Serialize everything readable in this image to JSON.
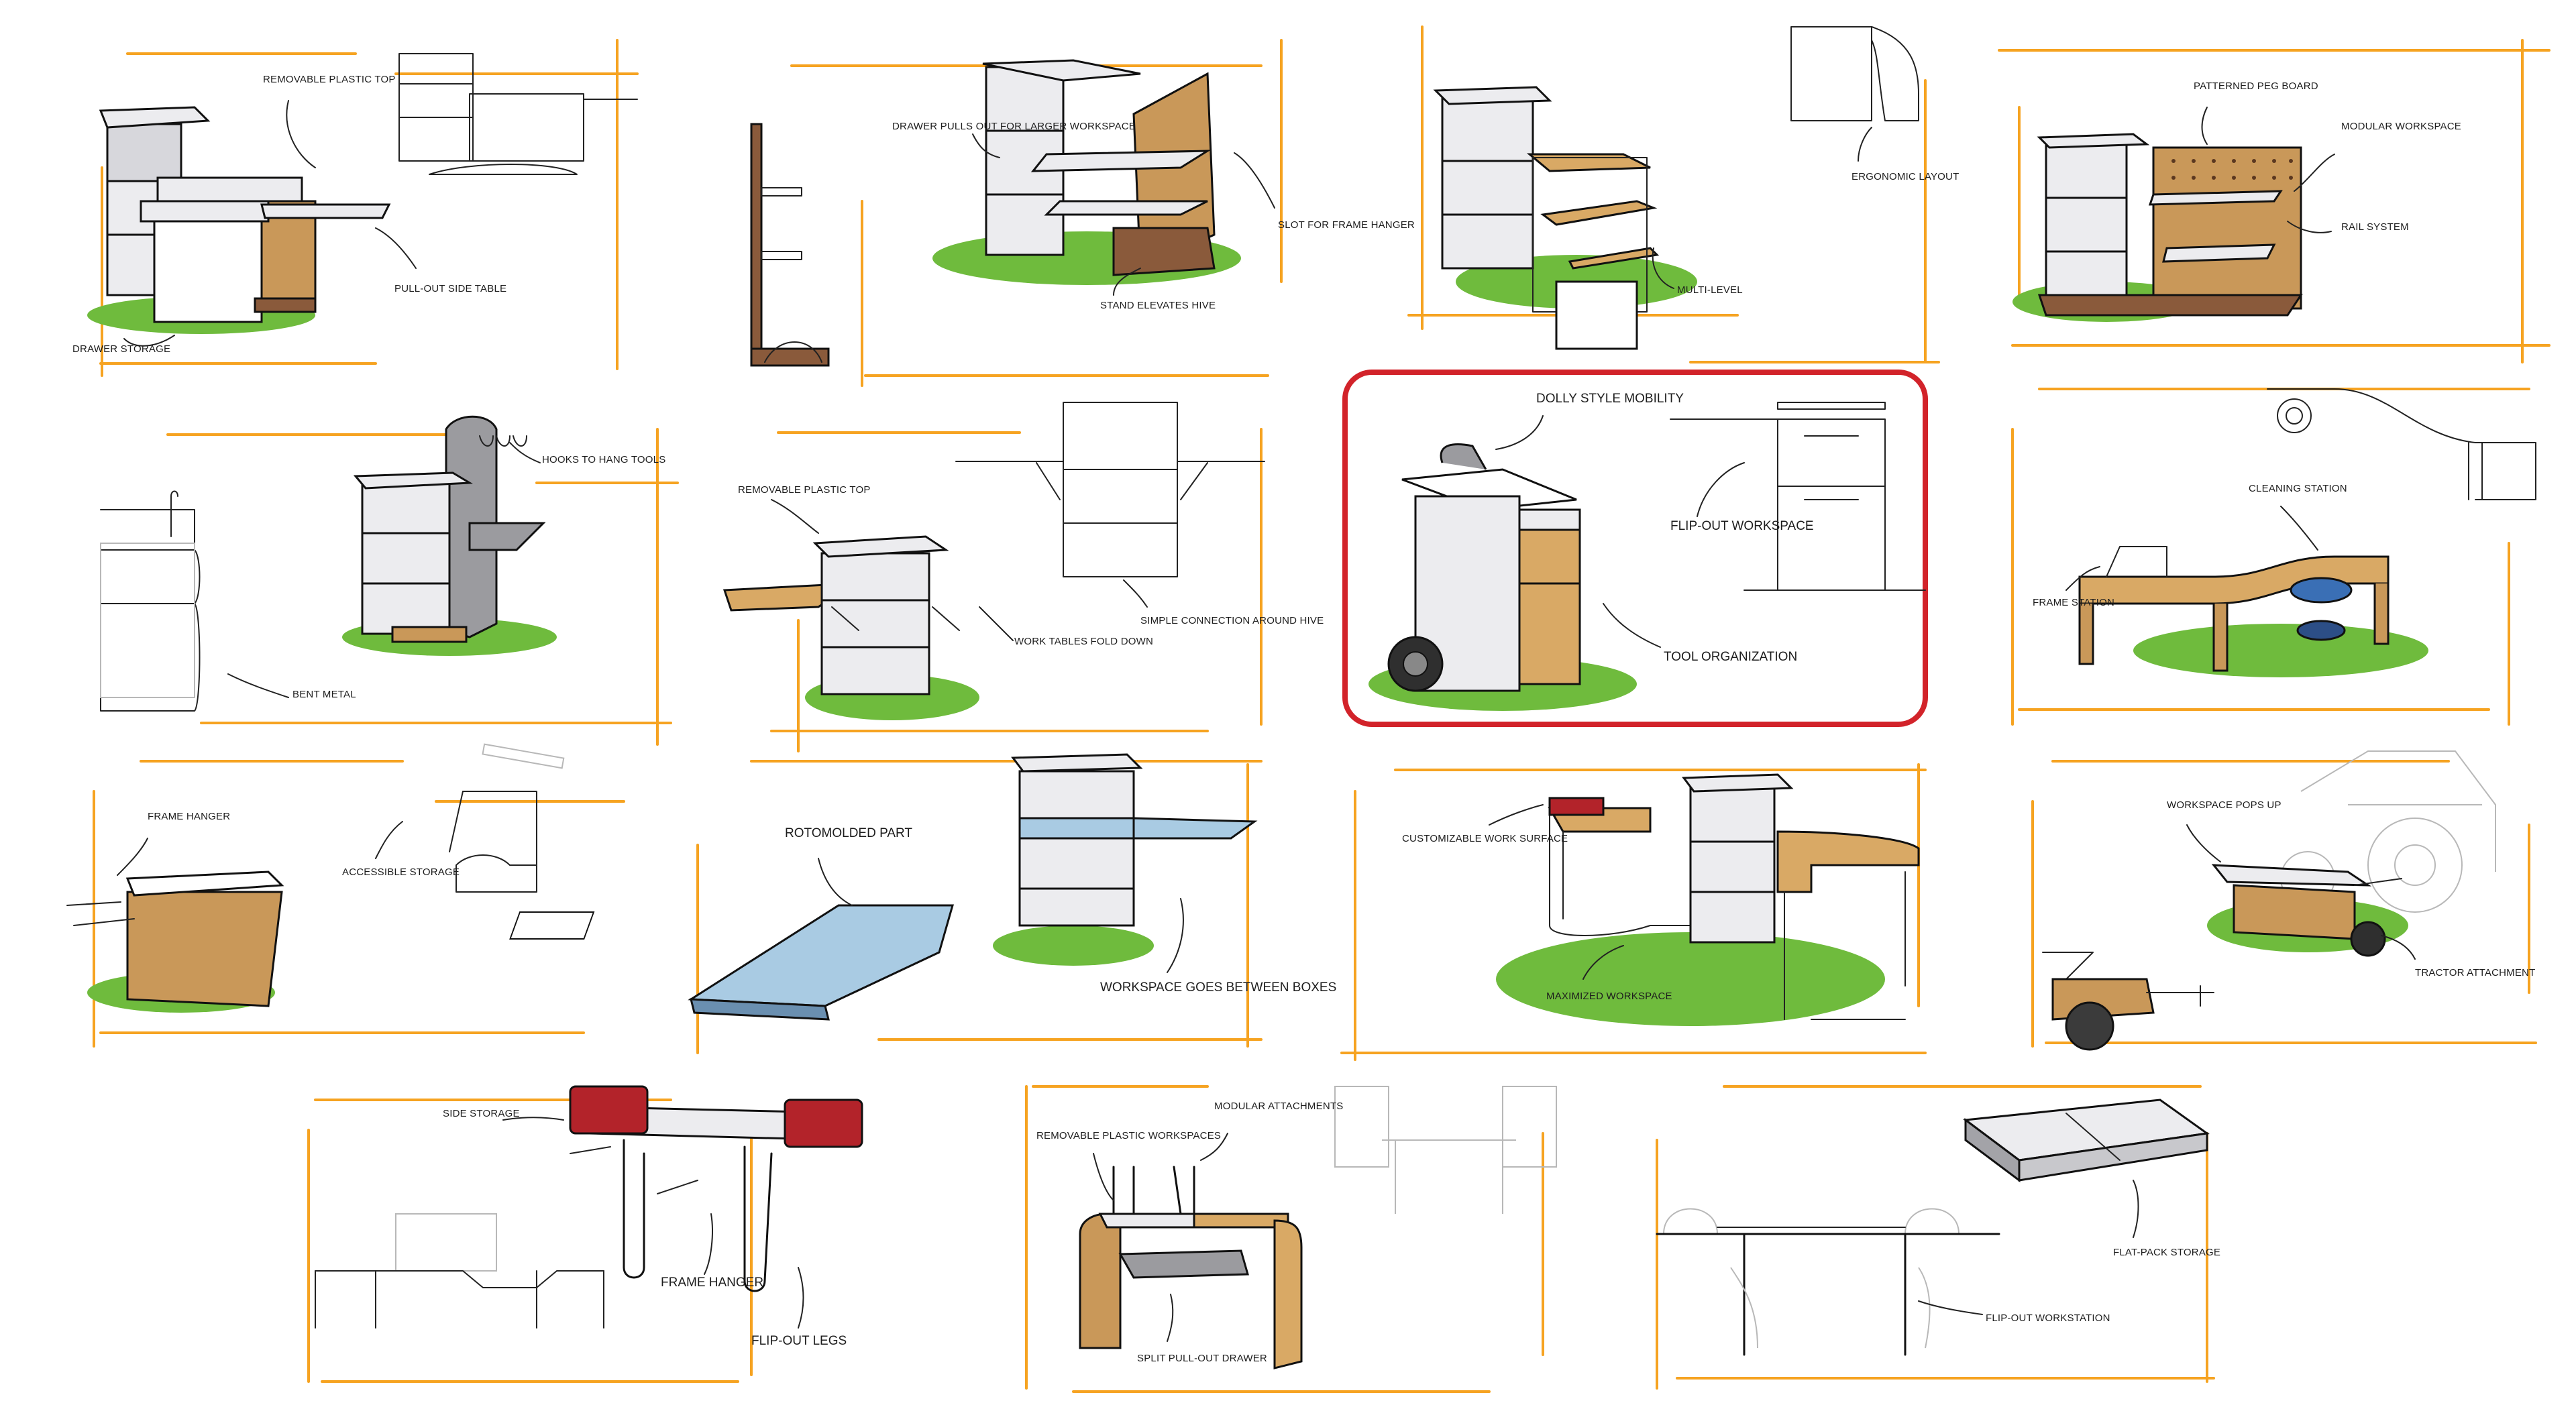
{
  "labels": {
    "removable_plastic_top": "REMOVABLE PLASTIC TOP",
    "pull_out_side_table": "PULL-OUT SIDE TABLE",
    "drawer_storage": "DRAWER STORAGE",
    "drawer_pulls": "DRAWER PULLS OUT FOR LARGER WORKSPACE",
    "slot_frame_hanger": "SLOT FOR FRAME HANGER",
    "stand_elevates": "STAND ELEVATES HIVE",
    "ergonomic_layout": "ERGONOMIC LAYOUT",
    "multi_level": "MULTI-LEVEL",
    "patterned_peg_board": "PATTERNED PEG BOARD",
    "modular_workspace": "MODULAR WORKSPACE",
    "rail_system": "RAIL SYSTEM",
    "hooks_hang_tools": "HOOKS TO HANG TOOLS",
    "bent_metal": "BENT METAL",
    "removable_plastic_top_2": "REMOVABLE PLASTIC TOP",
    "work_tables_fold": "WORK TABLES FOLD DOWN",
    "simple_connection": "SIMPLE CONNECTION AROUND HIVE",
    "dolly_style": "DOLLY STYLE MOBILITY",
    "flip_out_workspace": "FLIP-OUT WORKSPACE",
    "tool_organization": "TOOL ORGANIZATION",
    "cleaning_station": "CLEANING STATION",
    "frame_station": "FRAME STATION",
    "frame_hanger": "FRAME HANGER",
    "accessible_storage": "ACCESSIBLE STORAGE",
    "rotomolded_part": "ROTOMOLDED PART",
    "workspace_between": "WORKSPACE GOES BETWEEN BOXES",
    "customizable_surface": "CUSTOMIZABLE WORK SURFACE",
    "maximized_workspace": "MAXIMIZED WORKSPACE",
    "workspace_pops_up": "WORKSPACE POPS UP",
    "tractor_attachment": "TRACTOR ATTACHMENT",
    "side_storage": "SIDE STORAGE",
    "frame_hanger_2": "FRAME HANGER",
    "flip_out_legs": "FLIP-OUT LEGS",
    "removable_plastic_workspaces": "REMOVABLE PLASTIC WORKSPACES",
    "modular_attachments": "MODULAR ATTACHMENTS",
    "split_drawer": "SPLIT PULL-OUT DRAWER",
    "flat_pack_storage": "FLAT-PACK STORAGE",
    "flip_out_workstation": "FLIP-OUT WORKSTATION"
  },
  "colors": {
    "frame_accent": "#f6a321",
    "highlight": "#d2232a",
    "grass": "#6fbb3d",
    "wood": "#c99859"
  }
}
